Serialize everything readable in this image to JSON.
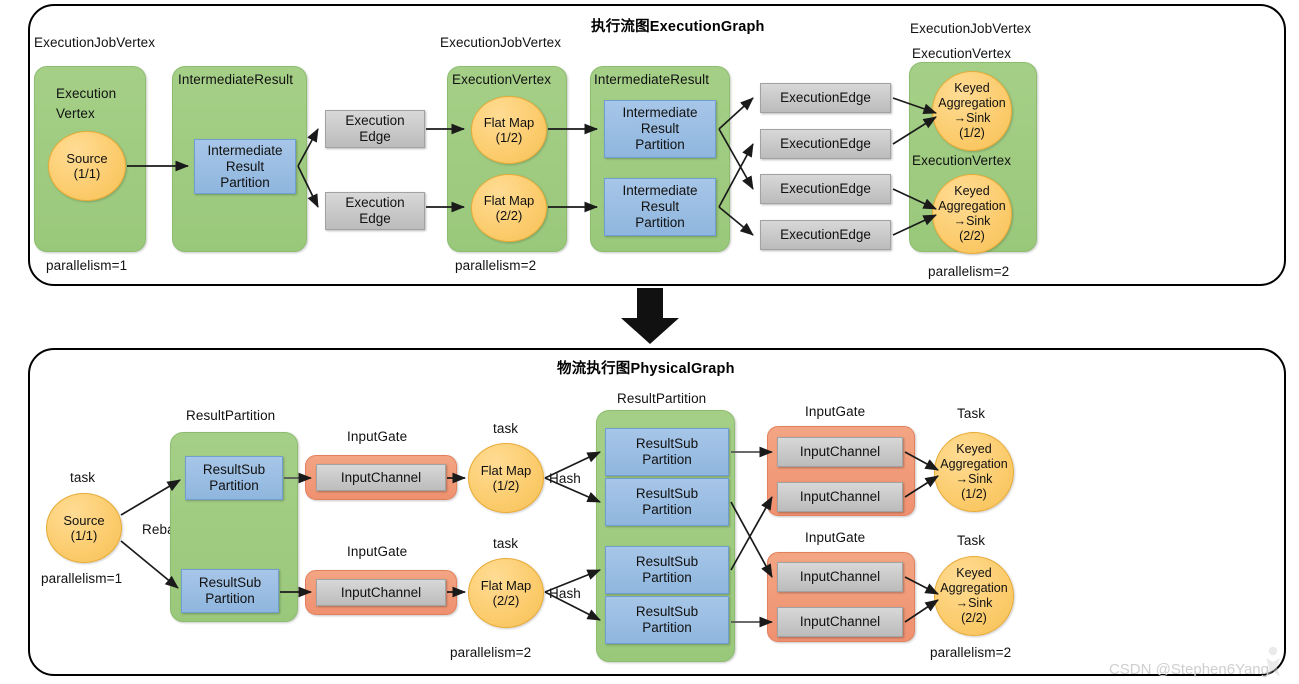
{
  "panels": {
    "top": {
      "title": "执行流图ExecutionGraph",
      "groups": [
        {
          "label": "ExecutionJobVertex"
        },
        {
          "label": "ExecutionJobVertex"
        },
        {
          "label": "ExecutionJobVertex"
        }
      ],
      "sublabels": {
        "execution_vertex_1": "ExecutionVertex",
        "intermediate_result_1": "IntermediateResult",
        "execution_vertex_2": "ExecutionVertex",
        "intermediate_result_2": "IntermediateResult",
        "execution_vertex_3": "ExecutionVertex",
        "execution_vertex_4": "ExecutionVertex"
      },
      "nodes": {
        "source": "Source\n(1/1)",
        "source_l1": "Source",
        "source_l2": "(1/1)",
        "irp_1": "Intermediate Result Partition",
        "flatmap_1": "Flat Map",
        "flatmap_1_sub": "(1/2)",
        "flatmap_2": "Flat Map",
        "flatmap_2_sub": "(2/2)",
        "keyed_1_l1": "Keyed",
        "keyed_1_l2": "Aggregation",
        "keyed_1_l3": "→Sink",
        "keyed_1_l4": "(1/2)",
        "keyed_2_l4": "(2/2)"
      },
      "execution_edges": [
        "ExecutionEdge",
        "ExecutionEdge",
        "ExecutionEdge",
        "ExecutionEdge"
      ],
      "parallelism": [
        "parallelism=1",
        "parallelism=2",
        "parallelism=2"
      ],
      "vertex_label_lines": {
        "l1": "Execution",
        "l2": "Vertex"
      },
      "irp_lines": {
        "l1": "Intermediate",
        "l2": "Result",
        "l3": "Partition"
      }
    },
    "bottom": {
      "title": "物流执行图PhysicalGraph",
      "labels": {
        "task_1": "task",
        "task_2": "task",
        "task_3": "task",
        "task_4": "Task",
        "task_5": "Task",
        "result_partition_1": "ResultPartition",
        "result_partition_2": "ResultPartition",
        "input_gate_1": "InputGate",
        "input_gate_2": "InputGate",
        "input_gate_3": "InputGate",
        "input_gate_4": "InputGate",
        "rebalance": "Rebalance",
        "hash_1": "Hash",
        "hash_2": "Hash"
      },
      "nodes": {
        "source_l1": "Source",
        "source_l2": "(1/1)",
        "result_sub_partition": "ResultSub Partition",
        "rsp_lines": {
          "l1": "ResultSub",
          "l2": "Partition"
        },
        "input_channel": "InputChannel",
        "flatmap_1": "Flat Map",
        "flatmap_1_sub": "(1/2)",
        "flatmap_2": "Flat Map",
        "flatmap_2_sub": "(2/2)",
        "keyed_l1": "Keyed",
        "keyed_l2": "Aggregation",
        "keyed_l3": "→Sink",
        "keyed_1_l4": "(1/2)",
        "keyed_2_l4": "(2/2)"
      },
      "parallelism": [
        "parallelism=1",
        "parallelism=2",
        "parallelism=2"
      ]
    }
  },
  "watermark": "CSDN @Stephen6Yang",
  "colors": {
    "green": "#9ac87b",
    "blue": "#8fb6de",
    "grey": "#c9c9c9",
    "orange": "#ef9170",
    "yellow": "#fbca69",
    "outline": "#000000"
  }
}
